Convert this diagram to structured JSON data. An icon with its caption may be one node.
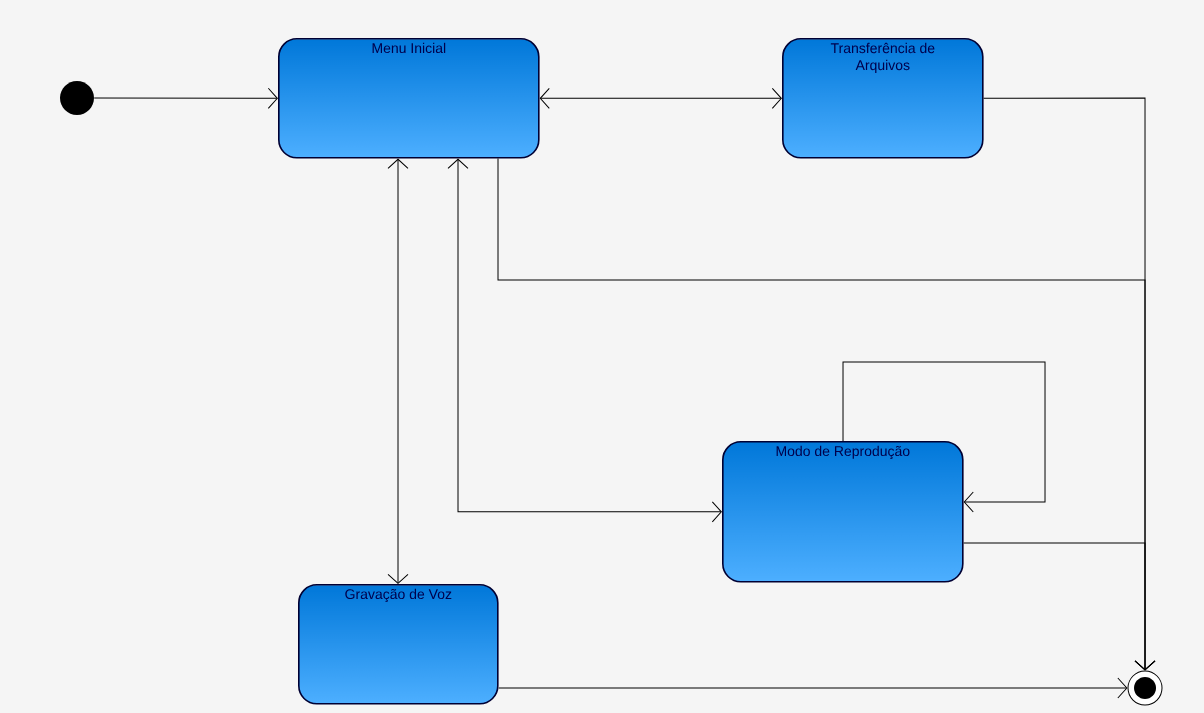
{
  "diagram": {
    "nodes": [
      {
        "text": [],
        "shape": "circle"
      },
      {
        "text": [
          "Menu Inicial"
        ]
      },
      {
        "text": [
          "Transferência de Arquivos"
        ]
      },
      {
        "text": [
          "Modo de Reprodução"
        ]
      },
      {
        "text": [
          "Gravação de Voz"
        ]
      },
      {
        "text": [],
        "shape": "circle"
      }
    ],
    "edges": [
      {
        "from": 0,
        "to": 1,
        "arrow": "to"
      },
      {
        "from": 1,
        "to": 2,
        "arrow": "both"
      },
      {
        "from": 1,
        "to": 4,
        "arrow": "both"
      },
      {
        "from": 1,
        "to": 3,
        "arrow": "both"
      },
      {
        "from": 1,
        "to": 5,
        "arrow": "to"
      },
      {
        "from": 2,
        "to": 5,
        "arrow": "to"
      },
      {
        "from": 3,
        "to": 3,
        "arrow": "to"
      },
      {
        "from": 3,
        "to": 5,
        "arrow": "to"
      },
      {
        "from": 4,
        "to": 5,
        "arrow": "to"
      }
    ]
  }
}
